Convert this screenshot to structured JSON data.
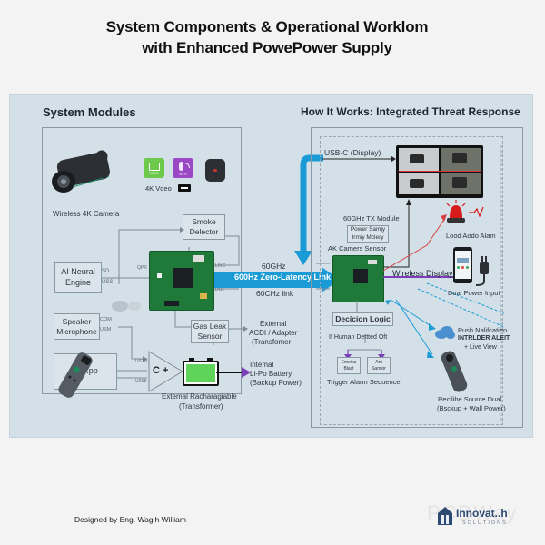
{
  "title": {
    "line1": "System Components & Operational Worklom",
    "line2": "with Enhanced PowePower Supply"
  },
  "left_section": {
    "heading": "System Modules",
    "camera_label": "Wireless 4K Camera",
    "icon_labels": [
      "HDMI",
      "Wi-Fi"
    ],
    "video_label": "4K Vdeo",
    "smoke_detector": "Smoke Delector",
    "ai_engine": "AI Neural Engine",
    "ai_ports": [
      "SD",
      "USS"
    ],
    "pcb_pins": [
      "QPR",
      "LIVC",
      "DOL"
    ],
    "speaker_mic": "Speaker Microphone",
    "speaker_ports": [
      "COM",
      "USM"
    ],
    "mobile_app": "M Mobile App",
    "mobile_app_partial": "M  ...pp",
    "amp_label": "C +",
    "amp_ports": [
      "USTB",
      "U2S5"
    ],
    "gas_leak": "Gas Leak Sensor",
    "external_adapter": [
      "External",
      "ACDI / Adapter",
      "(Transfomer"
    ],
    "internal_battery": [
      "Intemal",
      "Li-Po Battery",
      "(Backup Power)"
    ],
    "external_rechargeable": [
      "Extemal Racharagiable",
      "(Transformer)"
    ]
  },
  "link": {
    "top_label": "60GHz",
    "main_label": "600Hz Zero-Latency Link",
    "bottom_label": "60CHz link",
    "color": "#1a9bd6"
  },
  "right_section": {
    "heading": "How It Works: Integrated Threat Response",
    "usb_label": "USB-C (Display)",
    "tx_module": "60GHz TX Module",
    "power_box": "Power Samjy Irmiy Mclery",
    "camera_sensor": "AK Camers Sensor",
    "wireless_display": "Wireless Display)",
    "alarm_label": "Lood Aodo Alam",
    "dual_power": "Dual Power Input",
    "decision_logic": "Decicion Logic",
    "condition": "If Human Dettted Oft",
    "branches": [
      "Emeika Blact",
      "Ant Samior"
    ],
    "trigger": "Trigger Alarm Sequence",
    "push_notification": [
      "Push Nalifcatien",
      "INTRLDER ALEIT",
      "+ Live View"
    ],
    "remote_label": [
      "Recilibe Source Dual",
      "(Bsckup + Wall Power)"
    ]
  },
  "footer": {
    "designer": "Designed by Eng. Wagih William",
    "brand_name": "Innovat..h",
    "brand_sub": "SOLUTIONS",
    "watermark": "PCBWay"
  },
  "colors": {
    "pcb": "#1f7a3a",
    "battery_fill": "#5fd35a",
    "link_arrow": "#1a9bd6",
    "purple": "#7a3fb8",
    "alarm": "#d61b1b"
  }
}
